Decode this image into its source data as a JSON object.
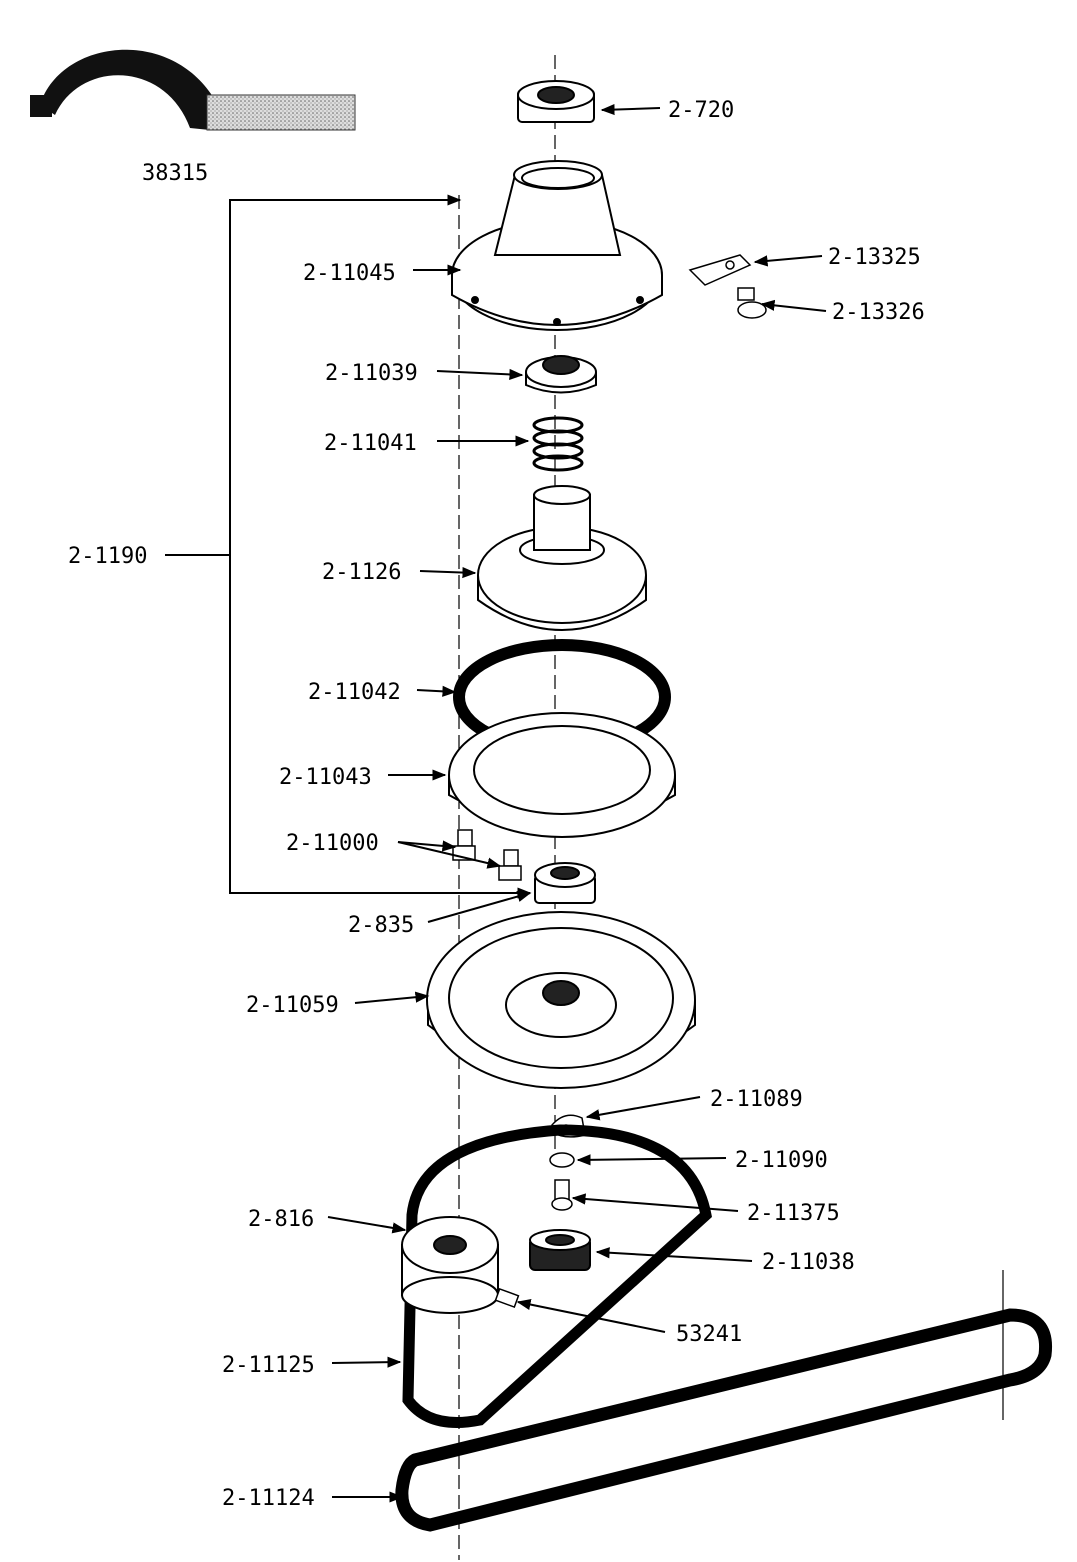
{
  "labels": {
    "p38315": "38315",
    "p2_720": "2-720",
    "p2_11045": "2-11045",
    "p2_13325": "2-13325",
    "p2_13326": "2-13326",
    "p2_11039": "2-11039",
    "p2_11041": "2-11041",
    "p2_1190": "2-1190",
    "p2_1126": "2-1126",
    "p2_11042": "2-11042",
    "p2_11043": "2-11043",
    "p2_11000": "2-11000",
    "p2_835": "2-835",
    "p2_11059": "2-11059",
    "p2_11089": "2-11089",
    "p2_11090": "2-11090",
    "p2_816": "2-816",
    "p2_11375": "2-11375",
    "p2_11038": "2-11038",
    "p53241": "53241",
    "p2_11125": "2-11125",
    "p2_11124": "2-11124"
  },
  "colors": {
    "ink": "#000000",
    "paper": "#ffffff",
    "shade": "#888888"
  }
}
